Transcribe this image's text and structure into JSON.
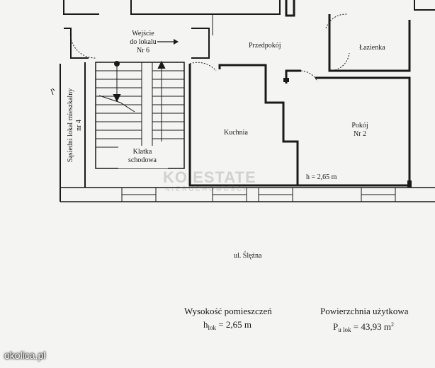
{
  "rooms": {
    "entrance": [
      "Wejście",
      "do lokalu",
      "Nr 6"
    ],
    "hall": "Przedpokój",
    "bathroom": "Łazienka",
    "kitchen": "Kuchnia",
    "room": [
      "Pokój",
      "Nr 2"
    ],
    "stairs": [
      "Klatka",
      "schodowa"
    ],
    "neighbor": [
      "Sąsiedni lokal mieszkalny",
      "nr 4"
    ]
  },
  "height_mark": "h = 2,65 m",
  "street": "ul. Ślężna",
  "watermark": {
    "main": "KO ESTATE",
    "sub": "NIERUCHOMOŚCI"
  },
  "summary": {
    "height_title": "Wysokość pomieszczeń",
    "height_h": "h",
    "height_sub": "lok",
    "height_value": "= 2,65 m",
    "area_title": "Powierzchnia użytkowa",
    "area_p": "P",
    "area_sub": "u lok",
    "area_value": "= 43,93 m",
    "area_sup": "2"
  },
  "brand": "okolica.pl",
  "colors": {
    "paper": "#f4f4f2",
    "ink": "#1a1a1a"
  }
}
